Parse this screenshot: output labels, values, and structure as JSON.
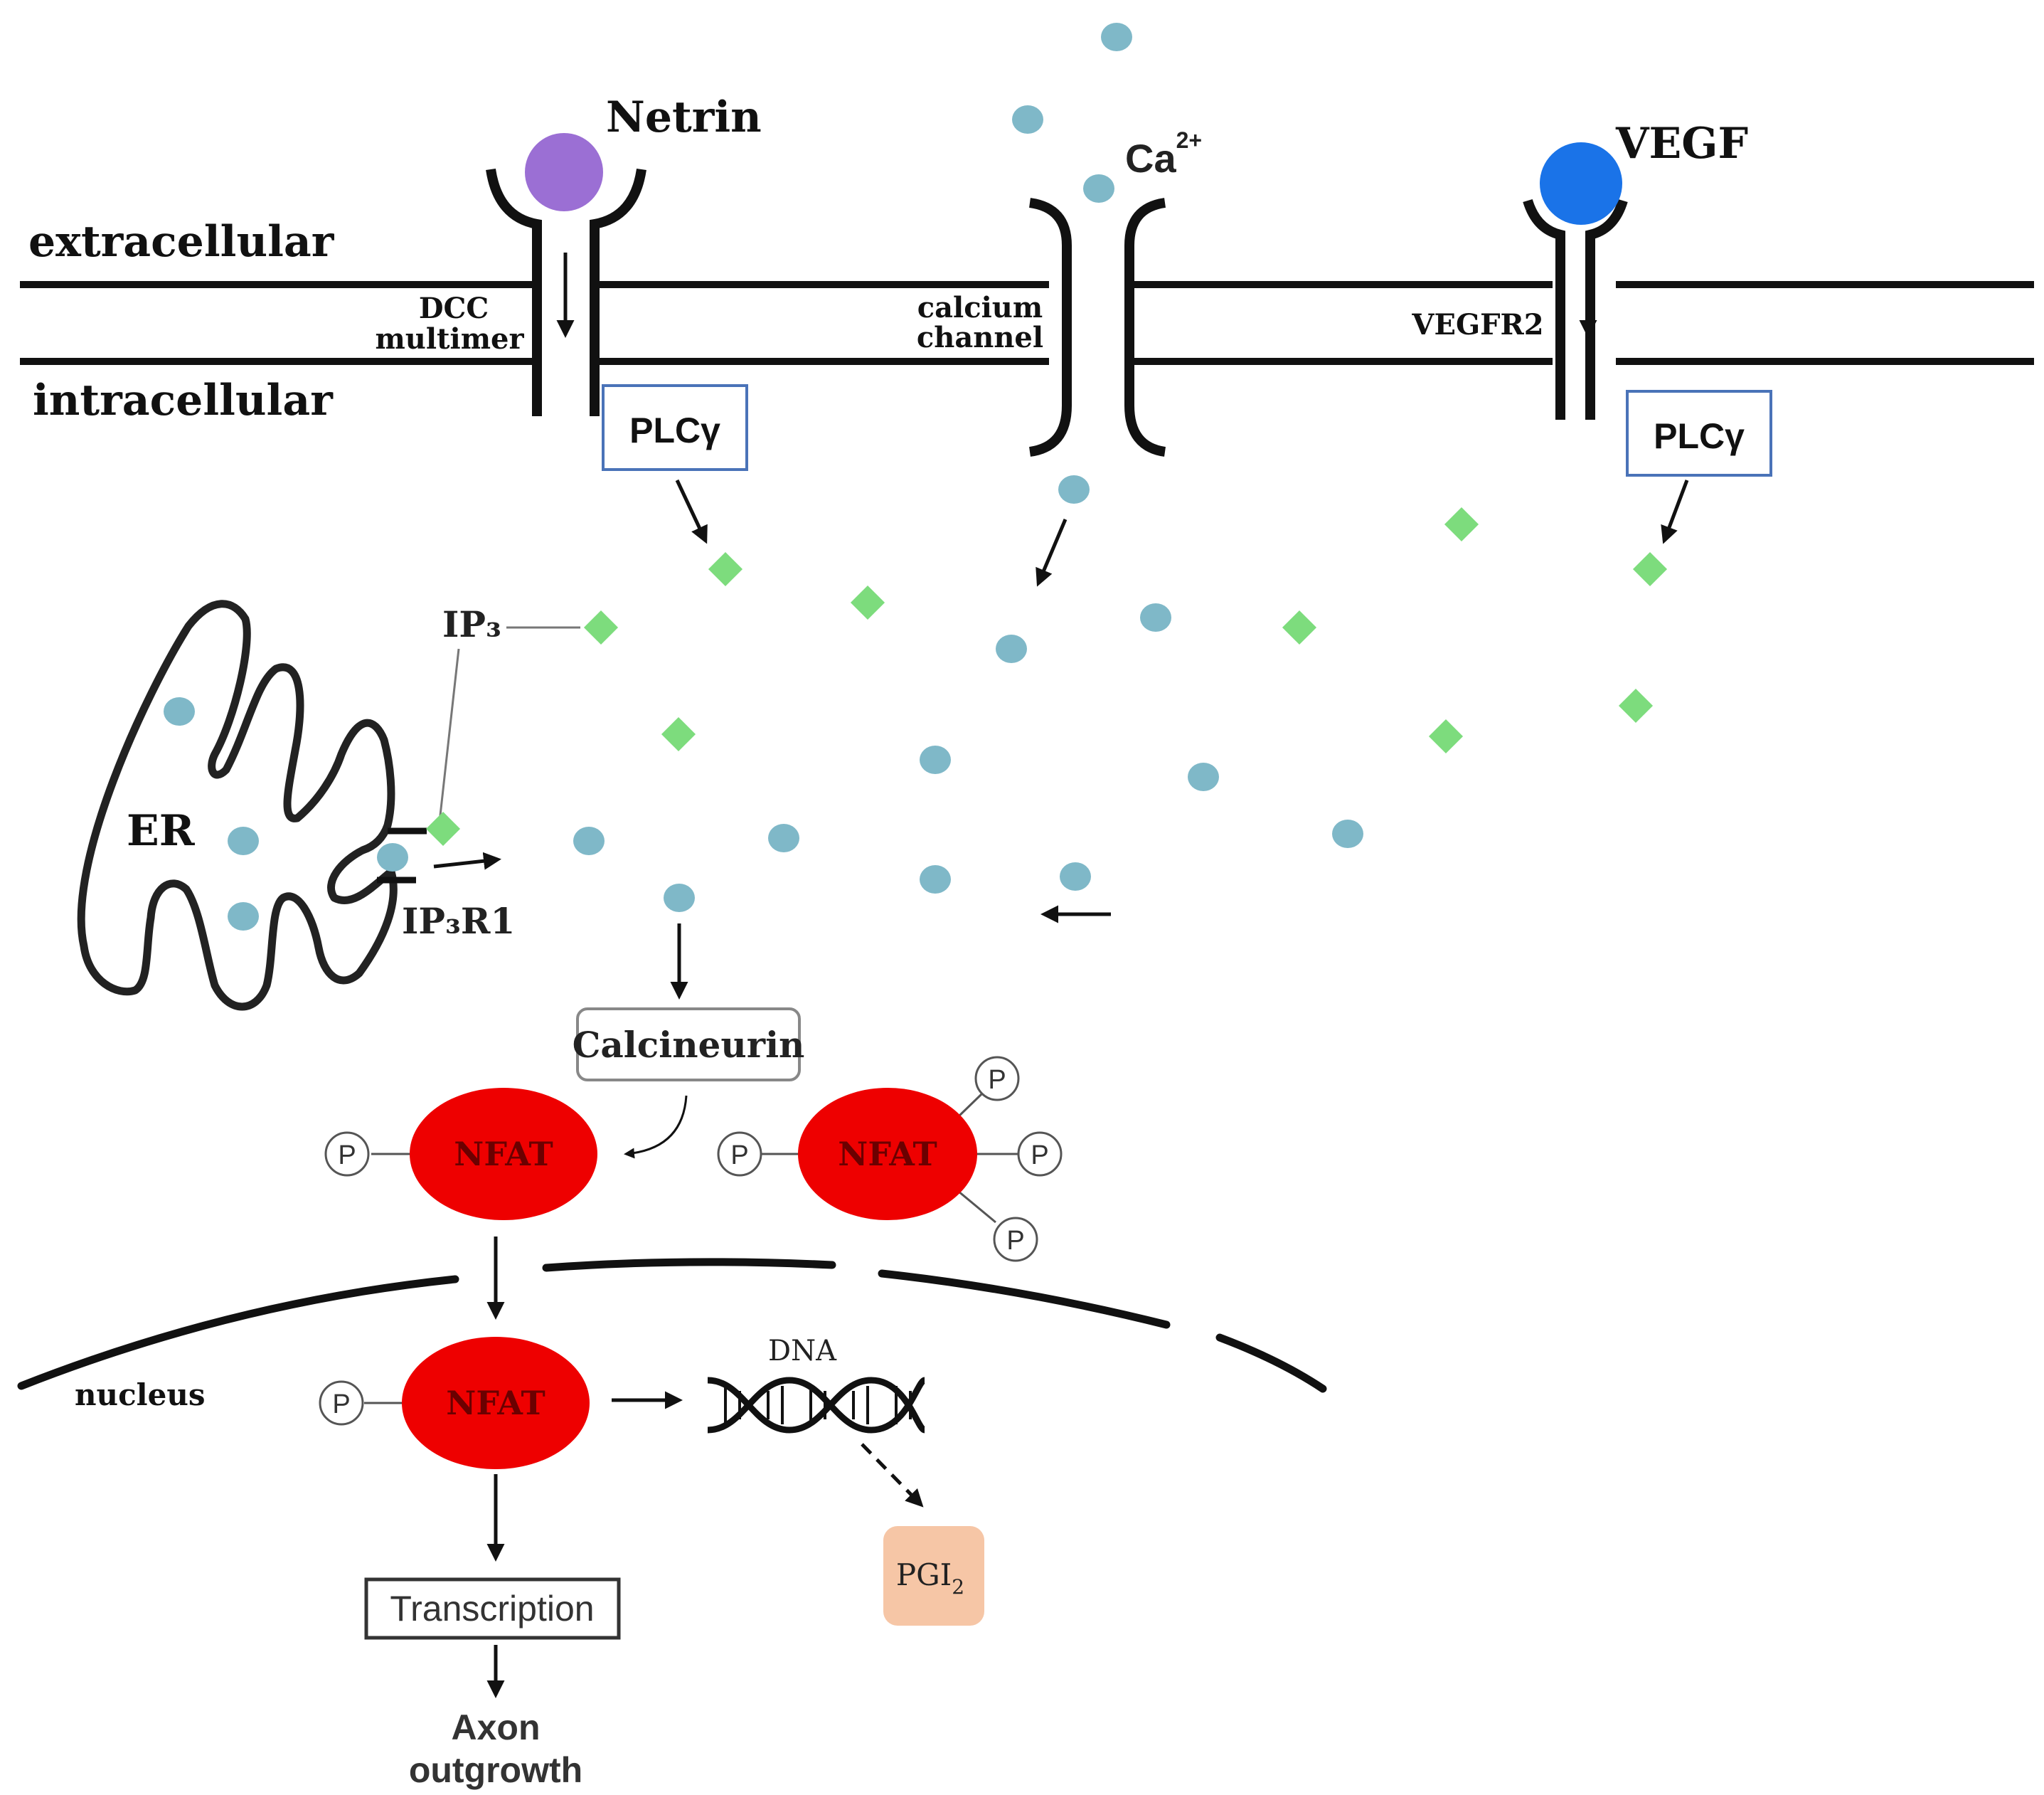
{
  "labels": {
    "netrin": "Netrin",
    "ca": "Ca",
    "ca_sup": "2+",
    "vegf": "VEGF",
    "extracellular": "extracellular",
    "intracellular": "intracellular",
    "dcc_line1": "DCC",
    "dcc_line2": "multimer",
    "calcium_line1": "calcium",
    "calcium_line2": "channel",
    "vegfr2": "VEGFR2",
    "plcy_left": "PLCγ",
    "plcy_right": "PLCγ",
    "ip3": "IP₃",
    "er": "ER",
    "ip3r1": "IP₃R1",
    "calcineurin": "Calcineurin",
    "nfat": "NFAT",
    "p": "P",
    "nucleus": "nucleus",
    "dna": "DNA",
    "pgi2": "PGI",
    "pgi2_sub": "2",
    "transcription": "Transcription",
    "axon_line1": "Axon",
    "axon_line2": "outgrowth"
  },
  "colors": {
    "netrin": "#9b6fd4",
    "vegf": "#1a73e8",
    "calcium_ion": "#7fb8c8",
    "ip3_diamond": "#7ddc7d",
    "nfat": "#ee0000",
    "plc_box_border": "#4a73b8",
    "pgi2_box": "#f6c6a6"
  }
}
